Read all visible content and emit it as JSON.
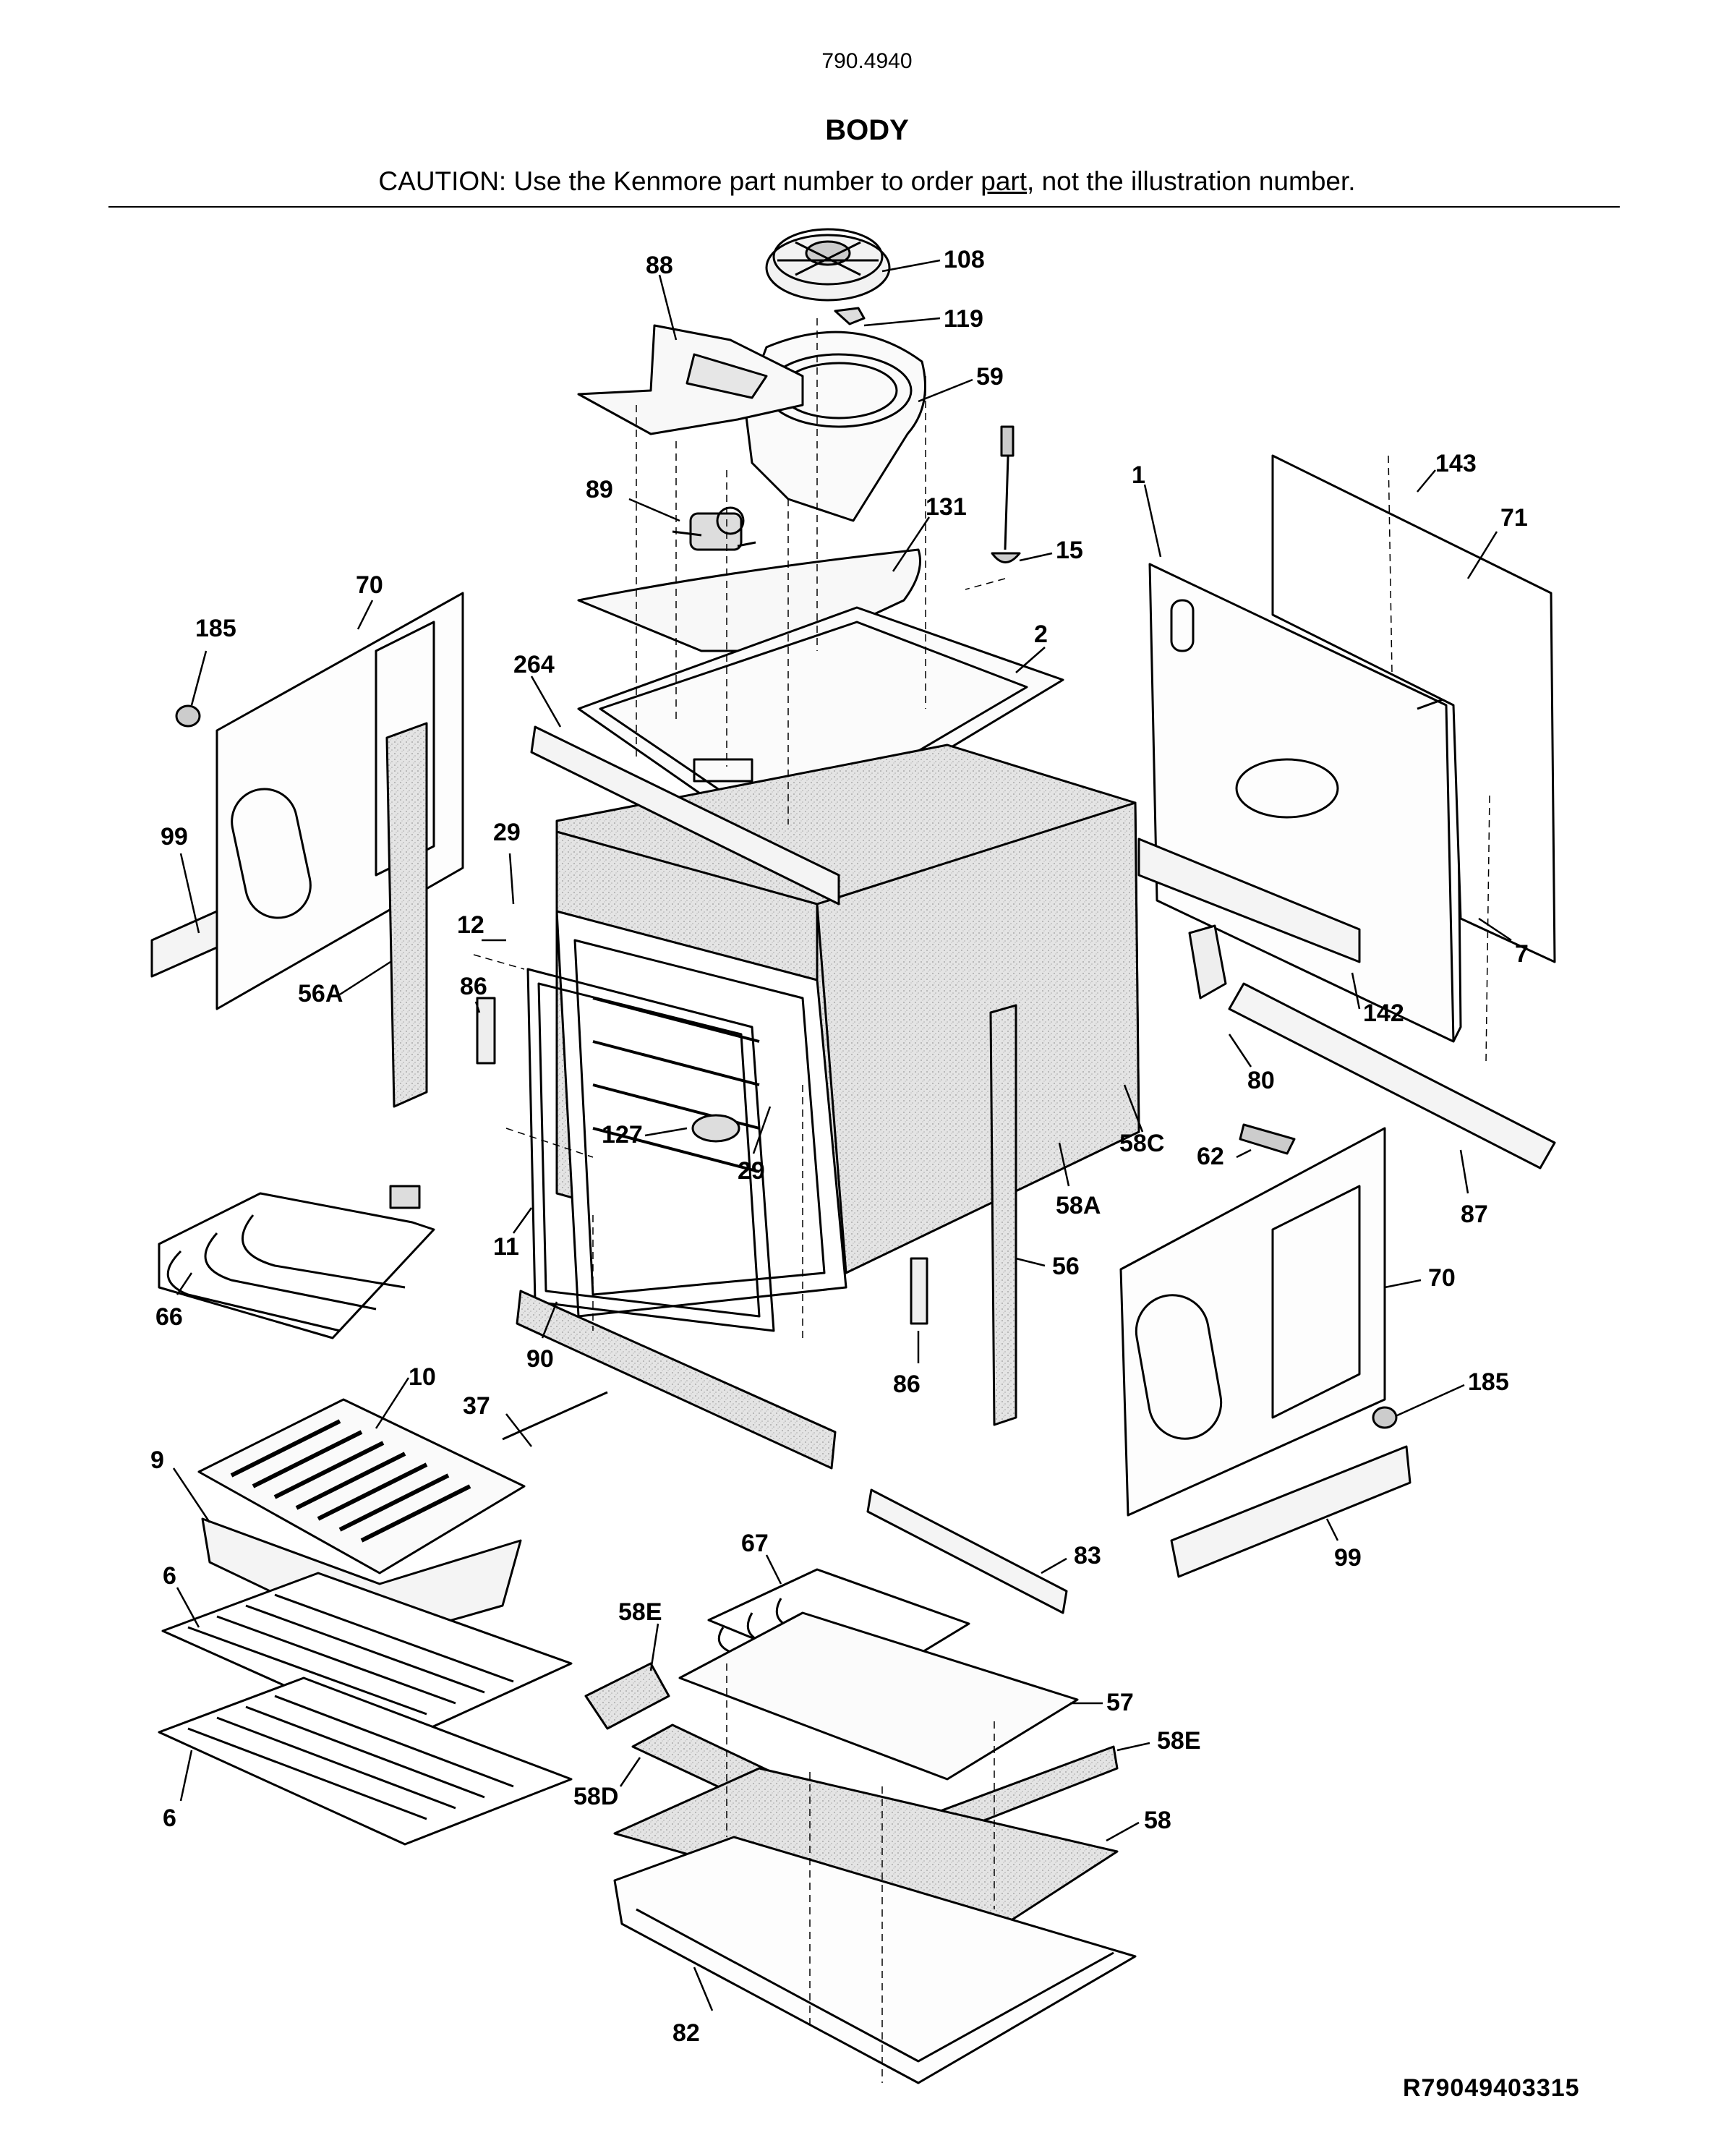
{
  "header": {
    "model_number": "790.4940",
    "section_title": "BODY",
    "caution_prefix": "CAUTION: Use the Kenmore part number to order ",
    "caution_link": "part",
    "caution_suffix": ", not the illustration number."
  },
  "diagram_code": "R79049403315",
  "callouts": [
    {
      "id": "c108",
      "label": "108"
    },
    {
      "id": "c88",
      "label": "88"
    },
    {
      "id": "c119",
      "label": "119"
    },
    {
      "id": "c59",
      "label": "59"
    },
    {
      "id": "c143",
      "label": "143"
    },
    {
      "id": "c1",
      "label": "1"
    },
    {
      "id": "c71",
      "label": "71"
    },
    {
      "id": "c89",
      "label": "89"
    },
    {
      "id": "c131",
      "label": "131"
    },
    {
      "id": "c15",
      "label": "15"
    },
    {
      "id": "c70a",
      "label": "70"
    },
    {
      "id": "c185a",
      "label": "185"
    },
    {
      "id": "c2",
      "label": "2"
    },
    {
      "id": "c264",
      "label": "264"
    },
    {
      "id": "c29a",
      "label": "29"
    },
    {
      "id": "c99a",
      "label": "99"
    },
    {
      "id": "c12",
      "label": "12"
    },
    {
      "id": "c56A",
      "label": "56A"
    },
    {
      "id": "c86a",
      "label": "86"
    },
    {
      "id": "c7",
      "label": "7"
    },
    {
      "id": "c142",
      "label": "142"
    },
    {
      "id": "c80",
      "label": "80"
    },
    {
      "id": "c127",
      "label": "127"
    },
    {
      "id": "c29b",
      "label": "29"
    },
    {
      "id": "c58C",
      "label": "58C"
    },
    {
      "id": "c62",
      "label": "62"
    },
    {
      "id": "c87",
      "label": "87"
    },
    {
      "id": "c11",
      "label": "11"
    },
    {
      "id": "c58A",
      "label": "58A"
    },
    {
      "id": "c56",
      "label": "56"
    },
    {
      "id": "c70b",
      "label": "70"
    },
    {
      "id": "c66",
      "label": "66"
    },
    {
      "id": "c90",
      "label": "90"
    },
    {
      "id": "c86b",
      "label": "86"
    },
    {
      "id": "c185b",
      "label": "185"
    },
    {
      "id": "c10",
      "label": "10"
    },
    {
      "id": "c37",
      "label": "37"
    },
    {
      "id": "c9",
      "label": "9"
    },
    {
      "id": "c6a",
      "label": "6"
    },
    {
      "id": "c83",
      "label": "83"
    },
    {
      "id": "c99b",
      "label": "99"
    },
    {
      "id": "c67",
      "label": "67"
    },
    {
      "id": "c58E1",
      "label": "58E"
    },
    {
      "id": "c57",
      "label": "57"
    },
    {
      "id": "c58E2",
      "label": "58E"
    },
    {
      "id": "c58D",
      "label": "58D"
    },
    {
      "id": "c6b",
      "label": "6"
    },
    {
      "id": "c58",
      "label": "58"
    },
    {
      "id": "c82",
      "label": "82"
    }
  ]
}
